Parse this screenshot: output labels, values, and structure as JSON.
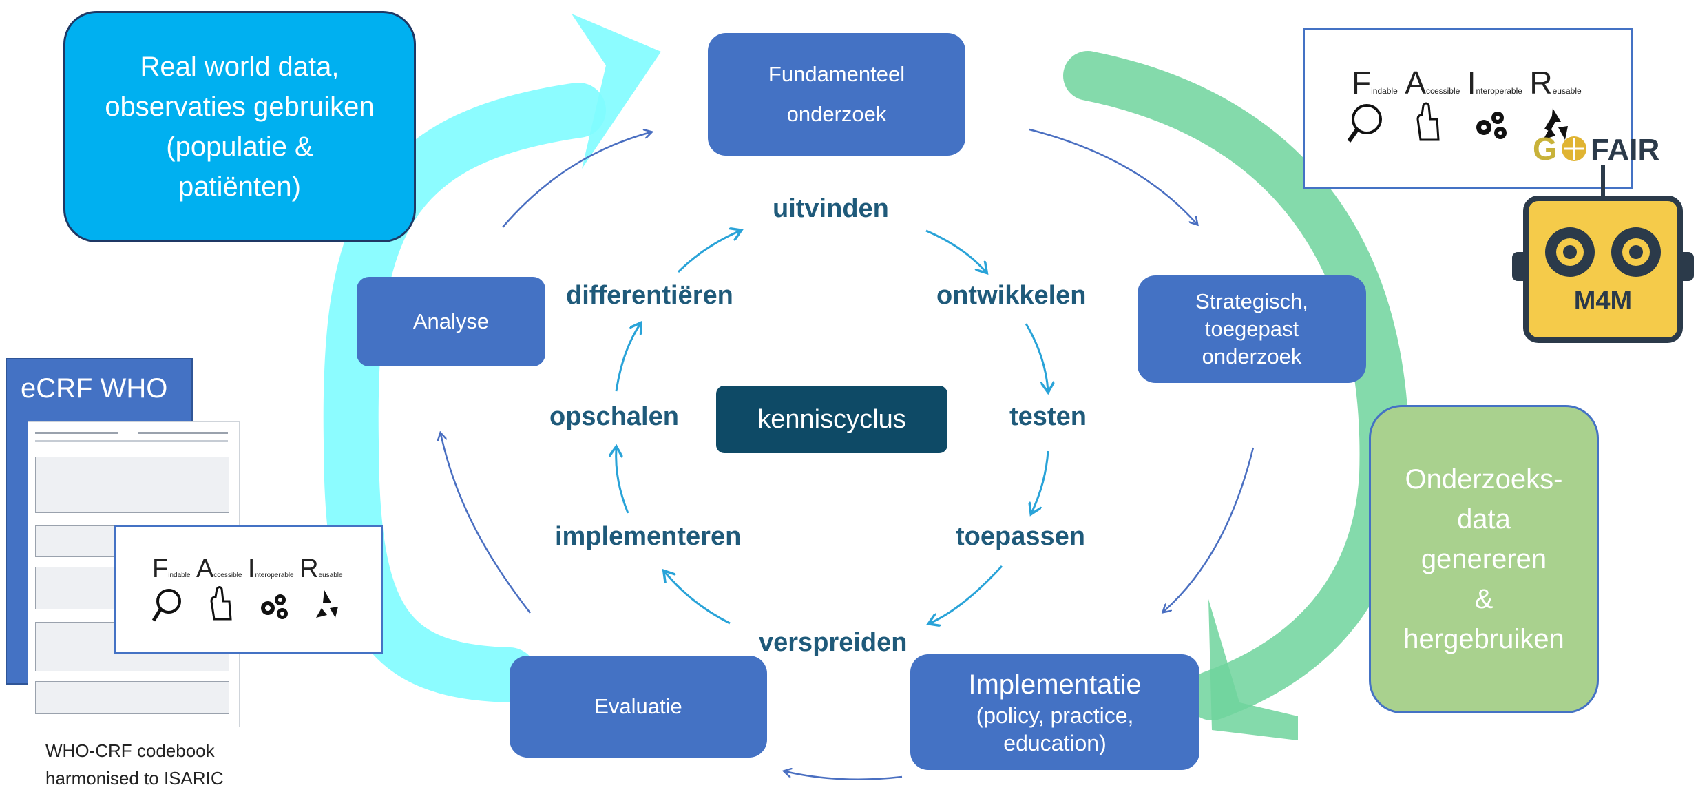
{
  "cycle_center": "kenniscyclus",
  "cycle_words": {
    "uitvinden": "uitvinden",
    "ontwikkelen": "ontwikkelen",
    "testen": "testen",
    "toepassen": "toepassen",
    "verspreiden": "verspreiden",
    "implementeren": "implementeren",
    "opschalen": "opschalen",
    "differentieren": "differentiëren"
  },
  "stages": {
    "fundamenteel_l1": "Fundamenteel",
    "fundamenteel_l2": "onderzoek",
    "strategisch_l1": "Strategisch,",
    "strategisch_l2": "toegepast",
    "strategisch_l3": "onderzoek",
    "implementatie_title": "Implementatie",
    "implementatie_l2": "(policy, practice,",
    "implementatie_l3": "education)",
    "evaluatie": "Evaluatie",
    "analyse": "Analyse"
  },
  "real_world": {
    "l1": "Real world data,",
    "l2": "observaties gebruiken",
    "l3": "(populatie &",
    "l4": "patiënten)"
  },
  "onderzoeks": {
    "l1": "Onderzoeks-",
    "l2": "data",
    "l3": "genereren",
    "l4": "&",
    "l5": "hergebruiken"
  },
  "ecrf": {
    "title": "eCRF WHO",
    "caption_l1": "WHO-CRF codebook",
    "caption_l2": "harmonised to ISARIC"
  },
  "fair": {
    "f": "F",
    "f_small": "indable",
    "a": "A",
    "a_small": "ccessible",
    "i": "I",
    "i_small": "nteroperable",
    "r": "R",
    "r_small": "eusable"
  },
  "gofair": "G   FAIR",
  "m4m": "M4M",
  "colors": {
    "stage_blue": "#4472c4",
    "center_dark": "#0e4a66",
    "cycle_text": "#1f5a7a",
    "cycle_arrow": "#29a3d8",
    "real_world_fill": "#00b0f0",
    "onderzoeks_fill": "#a9d18e",
    "cyan_arrow": "#7ffcff",
    "green_arrow": "#6fd49c",
    "robot_yellow": "#f5cb4a"
  }
}
